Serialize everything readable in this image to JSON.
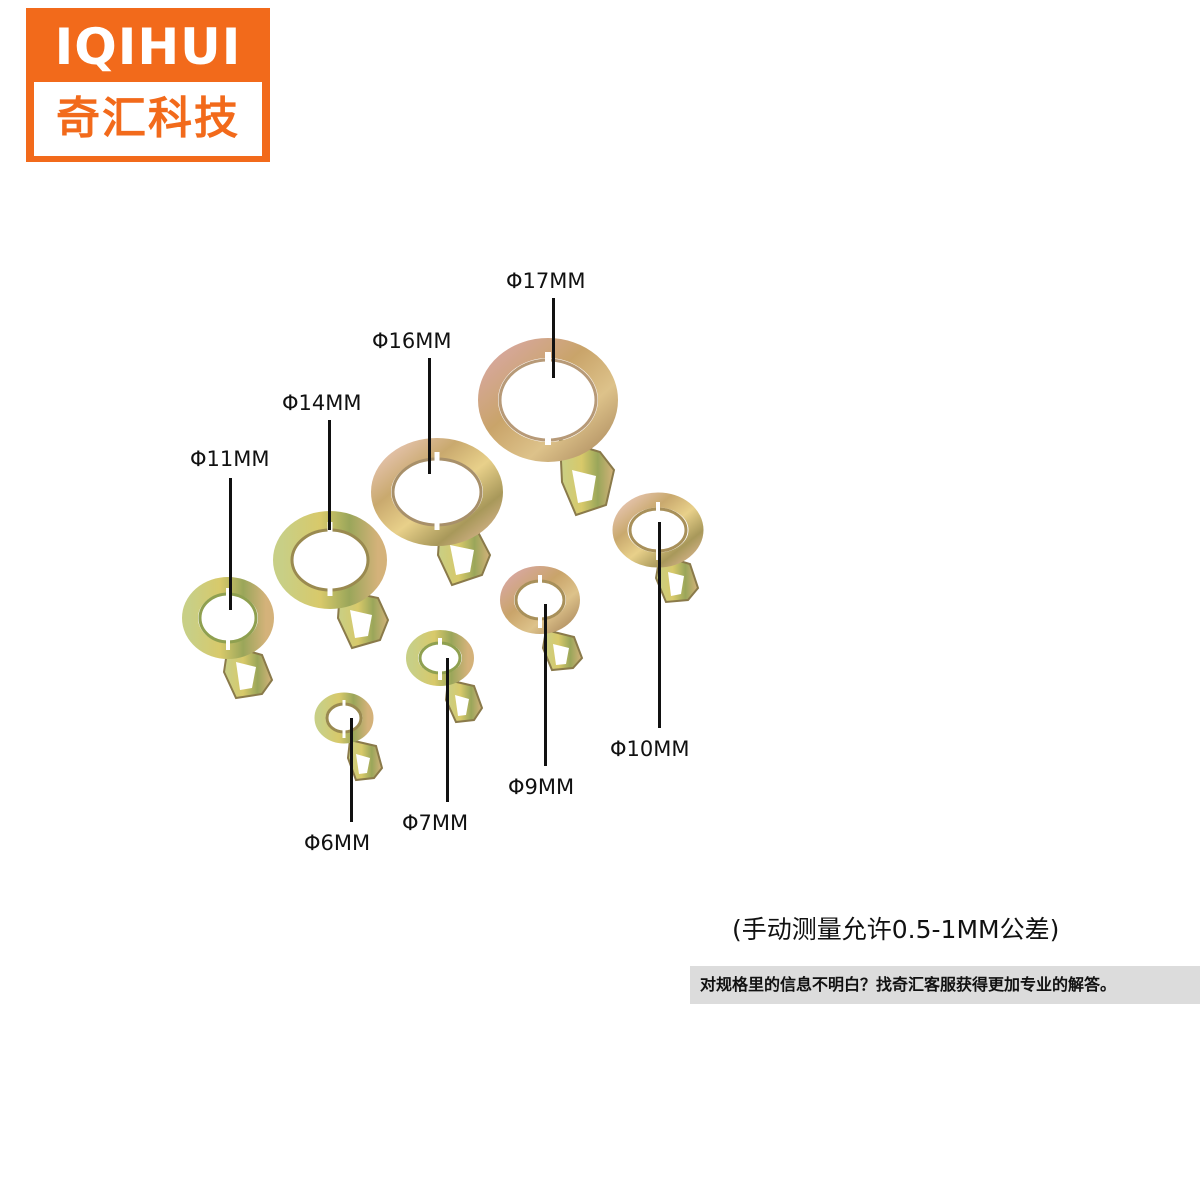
{
  "logo": {
    "brand_en": "IQIHUI",
    "brand_cn": "奇汇科技",
    "color": "#f26a1b"
  },
  "sizes": [
    {
      "label": "Φ17MM"
    },
    {
      "label": "Φ16MM"
    },
    {
      "label": "Φ14MM"
    },
    {
      "label": "Φ11MM"
    },
    {
      "label": "Φ10MM"
    },
    {
      "label": "Φ9MM"
    },
    {
      "label": "Φ7MM"
    },
    {
      "label": "Φ6MM"
    }
  ],
  "notes": {
    "tolerance": "(手动测量允许0.5-1MM公差)",
    "service": "对规格里的信息不明白？找奇汇客服获得更加专业的解答。"
  }
}
